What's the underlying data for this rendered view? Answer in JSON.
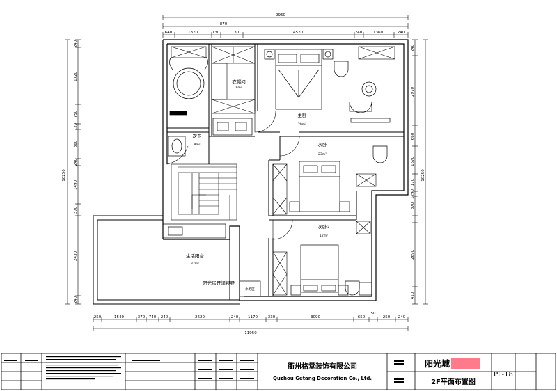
{
  "dimensions": {
    "top_overall": "9950",
    "top_sub": "870",
    "top_segments": [
      "640",
      "1870",
      "130",
      "130",
      "4570",
      "240",
      "1360",
      "240"
    ],
    "bottom_overall": "11950",
    "bottom_segments": [
      "250",
      "1540",
      "370",
      "740",
      "240",
      "2620",
      "240",
      "1170",
      "330",
      "3090",
      "650",
      "50",
      "250",
      "240"
    ],
    "left_overall": "10250",
    "left_segments": [
      "240",
      "1720",
      "750",
      "120",
      "360",
      "240",
      "1490",
      "370",
      "2430",
      "240"
    ],
    "right_overall": "10250",
    "right_segments": [
      "240",
      "2970",
      "660",
      "1670",
      "170",
      "1290",
      "370",
      "2690",
      "410"
    ]
  },
  "rooms": {
    "walk_in_closet": {
      "label": "衣帽间",
      "area": "8m²"
    },
    "master_bedroom": {
      "label": "主卧",
      "area": "29m²"
    },
    "second_bath": {
      "label": "次卫",
      "area": "8m²"
    },
    "second_bedroom": {
      "label": "次卧",
      "area": "23m²"
    },
    "second_bedroom_2": {
      "label": "次卧2",
      "area": "12m²"
    },
    "terrace": {
      "label": "生活阳台",
      "area": "32m²"
    },
    "stair_note": "阳光房开阔视野",
    "water_bar": "水吧区"
  },
  "title_block": {
    "company_cn": "衢州格堂装饰有限公司",
    "company_en": "Quzhou Getang Decoration Co., Ltd.",
    "project": "阳光城",
    "drawing_title": "2F平面布置图",
    "drawing_code": "PL-18",
    "redaction_color": "#ff7b8c"
  }
}
